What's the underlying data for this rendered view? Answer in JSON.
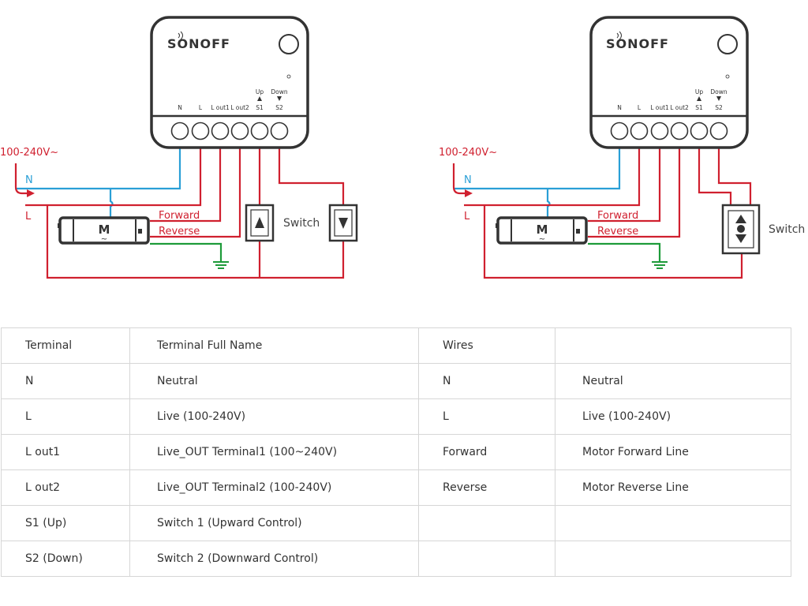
{
  "colors": {
    "live": "#d0202f",
    "neutral": "#2a9fd6",
    "ground": "#1e9b3a",
    "device_outline": "#333333",
    "table_border": "#d6d6d6"
  },
  "diagrams": [
    {
      "id": "two-switch",
      "brand": "SONOFF",
      "terminals": [
        "N",
        "L",
        "L out1",
        "L out2",
        "S1",
        "S2"
      ],
      "up_label": "Up",
      "down_label": "Down",
      "supply_label": "100-240V~",
      "neutral_label": "N",
      "live_label": "L",
      "motor_label": "M",
      "motor_sub": "~",
      "forward_label": "Forward",
      "reverse_label": "Reverse",
      "switch_label": "Switch",
      "switch_type": "two separate momentary switches (up / down)"
    },
    {
      "id": "rocker-switch",
      "brand": "SONOFF",
      "terminals": [
        "N",
        "L",
        "L out1",
        "L out2",
        "S1",
        "S2"
      ],
      "up_label": "Up",
      "down_label": "Down",
      "supply_label": "100-240V~",
      "neutral_label": "N",
      "live_label": "L",
      "motor_label": "M",
      "motor_sub": "~",
      "forward_label": "Forward",
      "reverse_label": "Reverse",
      "switch_label": "Switch",
      "switch_type": "single up/stop/down switch"
    }
  ],
  "table": {
    "rows": [
      [
        "Terminal",
        "Terminal Full Name",
        "Wires",
        ""
      ],
      [
        "N",
        "Neutral",
        "N",
        "Neutral"
      ],
      [
        "L",
        "Live (100-240V)",
        "L",
        "Live (100-240V)"
      ],
      [
        "L out1",
        "Live_OUT Terminal1 (100~240V)",
        "Forward",
        "Motor Forward Line"
      ],
      [
        "L out2",
        "Live_OUT Terminal2 (100-240V)",
        "Reverse",
        "Motor Reverse Line"
      ],
      [
        "S1 (Up)",
        "Switch 1 (Upward Control)",
        "",
        ""
      ],
      [
        "S2 (Down)",
        "Switch 2 (Downward Control)",
        "",
        ""
      ]
    ]
  }
}
